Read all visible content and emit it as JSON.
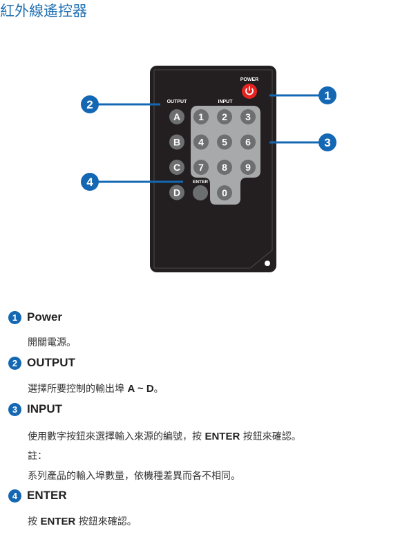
{
  "title": "紅外線遙控器",
  "remote": {
    "power_label": "POWER",
    "output_label": "OUTPUT",
    "input_label": "INPUT",
    "enter_label": "ENTER",
    "output_buttons": [
      "A",
      "B",
      "C",
      "D"
    ],
    "input_buttons": [
      "1",
      "2",
      "3",
      "4",
      "5",
      "6",
      "7",
      "8",
      "9",
      "0"
    ],
    "callouts": [
      "1",
      "2",
      "3",
      "4"
    ],
    "colors": {
      "body": "#231f20",
      "pad": "#a7a9ab",
      "button": "#6d6e70",
      "power": "#e52421",
      "callout": "#1468b3"
    }
  },
  "sections": [
    {
      "num": "1",
      "heading": "Power",
      "lines": [
        "開關電源。"
      ]
    },
    {
      "num": "2",
      "heading": "OUTPUT",
      "line_pre": "選擇所要控制的輸出埠 ",
      "line_bold": "A ~ D",
      "line_post": "。"
    },
    {
      "num": "3",
      "heading": "INPUT",
      "line1_pre": "使用數字按鈕來選擇輸入來源的編號，按 ",
      "line1_bold": "ENTER",
      "line1_post": " 按鈕來確認。",
      "note": "註：",
      "line3": "系列產品的輸入埠數量，依機種差異而各不相同。"
    },
    {
      "num": "4",
      "heading": "ENTER",
      "line_pre": "按 ",
      "line_bold": "ENTER",
      "line_post": " 按鈕來確認。"
    }
  ]
}
